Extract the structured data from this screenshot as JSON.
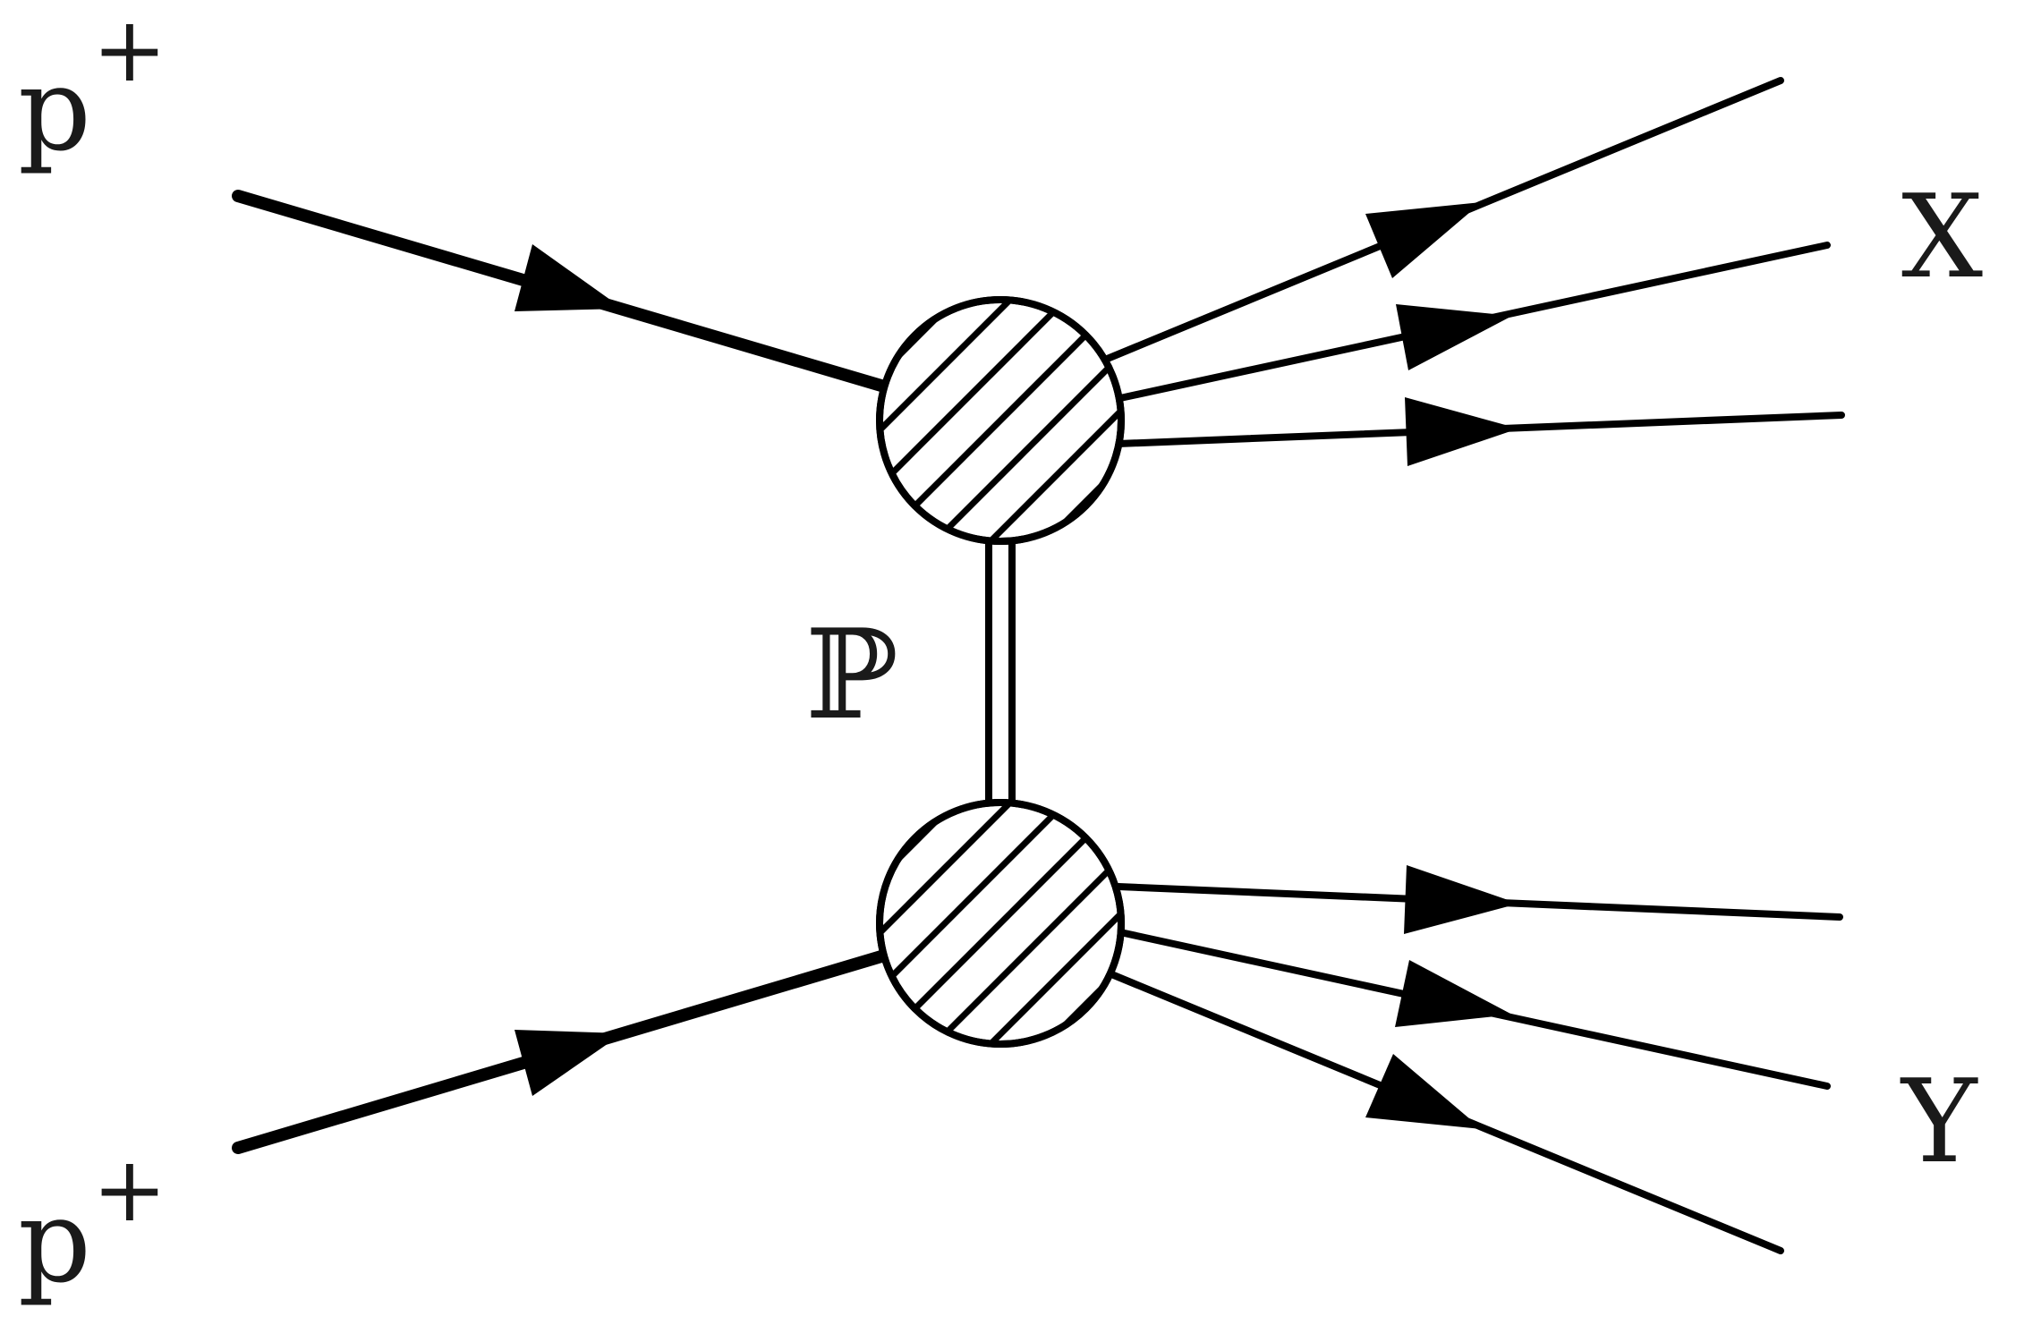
{
  "labels": {
    "proton_top": "p",
    "proton_top_sup": "+",
    "proton_bottom": "p",
    "proton_bottom_sup": "+",
    "pomeron": "ℙ",
    "system_x": "X",
    "system_y": "Y"
  },
  "colors": {
    "ink": "#000000",
    "background": "#ffffff"
  }
}
